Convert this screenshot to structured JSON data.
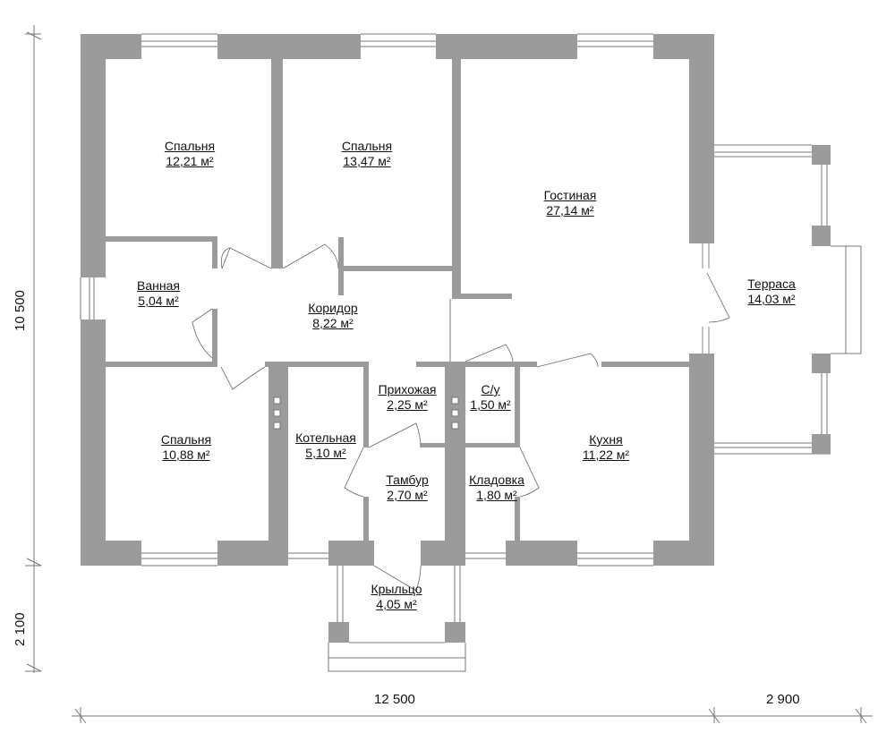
{
  "rooms": [
    {
      "name": "Спальня",
      "area": "12,21 м²"
    },
    {
      "name": "Спальня",
      "area": "13,47 м²"
    },
    {
      "name": "Гостиная",
      "area": "27,14 м²"
    },
    {
      "name": "Ванная",
      "area": "5,04 м²"
    },
    {
      "name": "Коридор",
      "area": "8,22 м²"
    },
    {
      "name": "Терраса",
      "area": "14,03 м²"
    },
    {
      "name": "Прихожая",
      "area": "2,25 м²"
    },
    {
      "name": "С/у",
      "area": "1,50 м²"
    },
    {
      "name": "Спальня",
      "area": "10,88 м²"
    },
    {
      "name": "Котельная",
      "area": "5,10 м²"
    },
    {
      "name": "Тамбур",
      "area": "2,70 м²"
    },
    {
      "name": "Кладовка",
      "area": "1,80 м²"
    },
    {
      "name": "Кухня",
      "area": "11,22 м²"
    },
    {
      "name": "Крыльцо",
      "area": "4,05 м²"
    }
  ],
  "dimensions": {
    "height_main": "10 500",
    "height_porch": "2 100",
    "width_main": "12 500",
    "width_terrace": "2 900"
  },
  "colors": {
    "wall": "#9b9b9b",
    "line": "#777777"
  }
}
